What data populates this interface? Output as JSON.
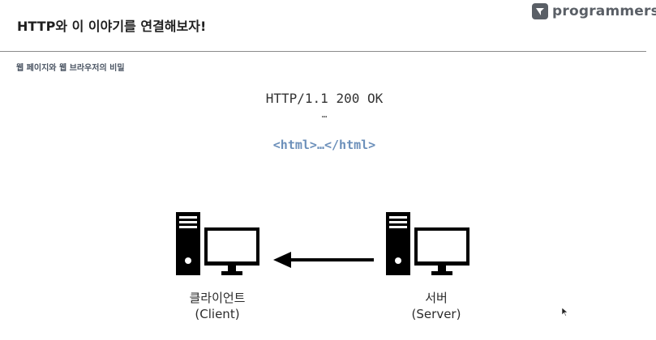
{
  "header": {
    "title": "HTTP와 이 이야기를 연결해보자!",
    "brand_name": "programmers",
    "brand_icon": "programmers-logo-icon"
  },
  "subtitle": "웹 페이지와 웹 브라우저의 비밀",
  "response": {
    "status_line": "HTTP/1.1 200 OK",
    "ellipsis": "…",
    "body": "<html>…</html>"
  },
  "diagram": {
    "client": {
      "name": "클라이언트",
      "english": "(Client)",
      "icon": "computer-icon"
    },
    "server": {
      "name": "서버",
      "english": "(Server)",
      "icon": "computer-icon"
    },
    "arrow_direction": "server-to-client"
  },
  "colors": {
    "text": "#1f1f1f",
    "brand": "#5a5f66",
    "code_highlight": "#6b8fba",
    "divider": "#8a8a8a",
    "icon": "#000000"
  }
}
